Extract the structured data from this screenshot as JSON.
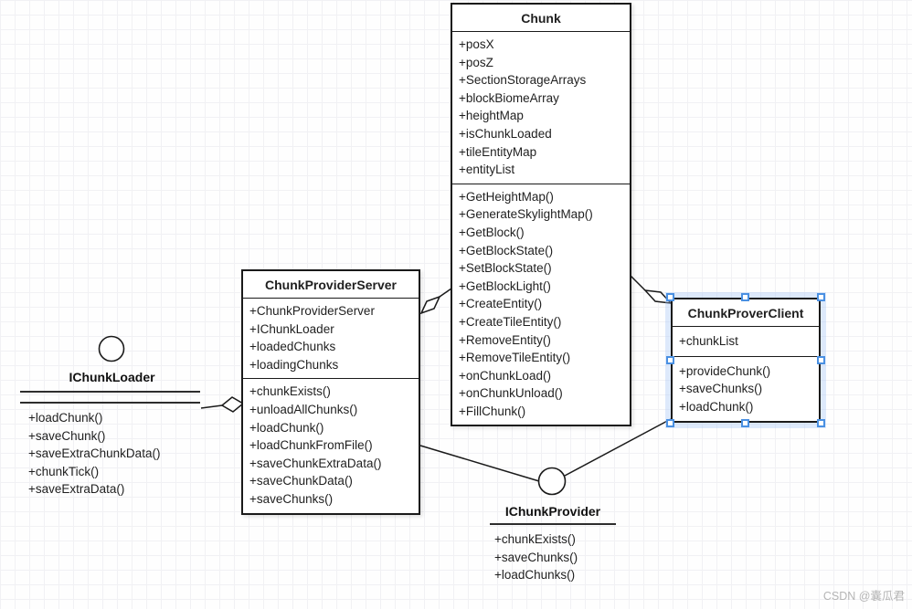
{
  "classes": {
    "chunk": {
      "title": "Chunk",
      "attributes": [
        "+posX",
        "+posZ",
        "+SectionStorageArrays",
        "+blockBiomeArray",
        "+heightMap",
        "+isChunkLoaded",
        "+tileEntityMap",
        "+entityList"
      ],
      "methods": [
        "+GetHeightMap()",
        "+GenerateSkylightMap()",
        "+GetBlock()",
        "+GetBlockState()",
        "+SetBlockState()",
        "+GetBlockLight()",
        "+CreateEntity()",
        "+CreateTileEntity()",
        "+RemoveEntity()",
        "+RemoveTileEntity()",
        "+onChunkLoad()",
        "+onChunkUnload()",
        "+FillChunk()"
      ]
    },
    "chunk_provider_server": {
      "title": "ChunkProviderServer",
      "attributes": [
        "+ChunkProviderServer",
        "+IChunkLoader",
        "+loadedChunks",
        "+loadingChunks"
      ],
      "methods": [
        "+chunkExists()",
        "+unloadAllChunks()",
        "+loadChunk()",
        "+loadChunkFromFile()",
        "+saveChunkExtraData()",
        "+saveChunkData()",
        "+saveChunks()"
      ]
    },
    "chunk_prover_client": {
      "title": "ChunkProverClient",
      "attributes": [
        "+chunkList"
      ],
      "methods": [
        "+provideChunk()",
        "+saveChunks()",
        "+loadChunk()"
      ],
      "selected": true
    }
  },
  "interfaces": {
    "ichunk_loader": {
      "title": "IChunkLoader",
      "methods": [
        "+loadChunk()",
        "+saveChunk()",
        "+saveExtraChunkData()",
        "+chunkTick()",
        "+saveExtraData()"
      ]
    },
    "ichunk_provider": {
      "title": "IChunkProvider",
      "methods": [
        "+chunkExists()",
        "+saveChunks()",
        "+loadChunks()"
      ]
    }
  },
  "relations": [
    "IChunkLoader o-- ChunkProviderServer (aggregation)",
    "ChunkProviderServer o-- Chunk (aggregation)",
    "ChunkProverClient o-- Chunk (aggregation)",
    "ChunkProviderServer -- IChunkProvider (lollipop)",
    "ChunkProverClient -- IChunkProvider (lollipop)"
  ],
  "watermark": "CSDN @囊瓜君",
  "colors": {
    "stroke": "#1a1a1a",
    "box_fill": "#ffffff",
    "selection_handle_blue": "#4a90e2",
    "selection_halo": "#cfe0f7",
    "grid_line": "#f1f1f4",
    "watermark_gray": "#b5b5b5"
  }
}
